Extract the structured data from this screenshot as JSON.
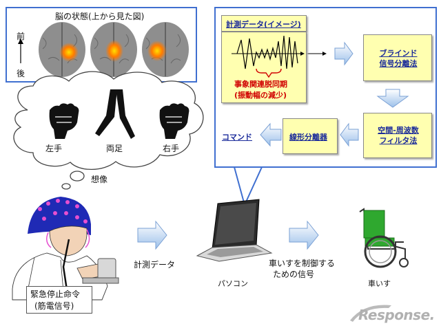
{
  "brain_panel": {
    "title": "脳の状態(上から見た図)",
    "front_label": "前",
    "back_label": "後"
  },
  "imagination": {
    "left_hand": "左手",
    "both_feet": "両足",
    "right_hand": "右手",
    "imagine": "想像"
  },
  "process": {
    "measured_title": "計測データ(イメージ)",
    "event_line1": "事象関連脱同期",
    "event_line2": "(振動幅の減少)",
    "blind": "ブラインド\n信号分離法",
    "spatial": "空間-周波数\nフィルタ法",
    "linear": "線形分離器",
    "command": "コマンド"
  },
  "bottom": {
    "emergency_line1": "緊急停止命令",
    "emergency_line2": "(筋電信号)",
    "measured_data": "計測データ",
    "pc": "パソコン",
    "signal_line1": "車いすを制御する",
    "signal_line2": "ための信号",
    "wheelchair": "車いす"
  },
  "watermark": "Response."
}
